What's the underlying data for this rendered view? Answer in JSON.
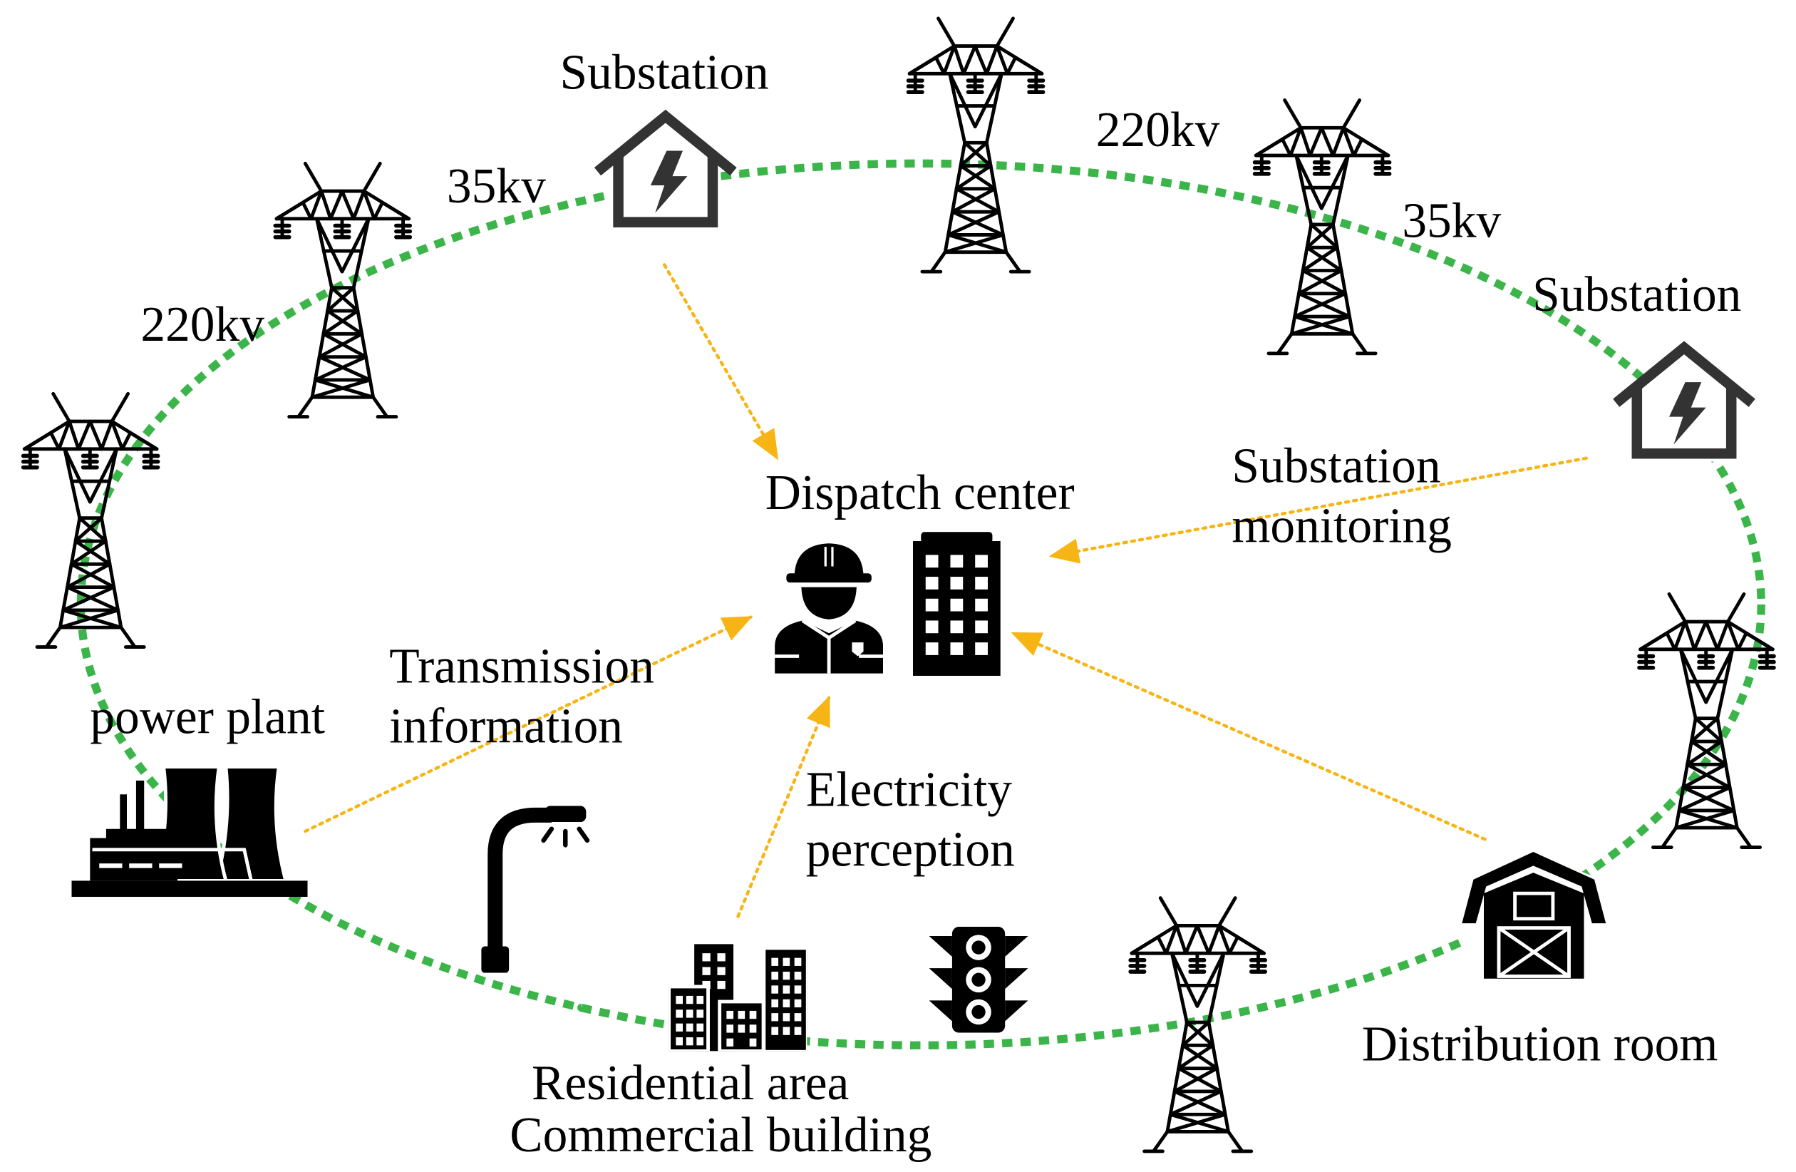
{
  "colors": {
    "ring": "#3bb54a",
    "arrow": "#f7b515",
    "substation": "#333333"
  },
  "labels": {
    "substation_top": "Substation",
    "voltage_top_left": "35kv",
    "voltage_top_right": "220kv",
    "voltage_right": "35kv",
    "substation_right": "Substation",
    "voltage_left": "220kv",
    "dispatch_center": "Dispatch center",
    "substation_monitoring": [
      "Substation",
      "monitoring"
    ],
    "transmission_information": [
      "Transmission",
      "information"
    ],
    "power_plant": "power plant",
    "electricity_perception": [
      "Electricity",
      "perception"
    ],
    "residential_commercial": [
      "Residential area",
      "Commercial building"
    ],
    "distribution_room": "Distribution room"
  },
  "icons": [
    "transmission-tower-icon",
    "substation-icon",
    "worker-icon",
    "office-building-icon",
    "power-plant-icon",
    "street-lamp-icon",
    "residential-buildings-icon",
    "traffic-light-icon",
    "barn-icon"
  ]
}
